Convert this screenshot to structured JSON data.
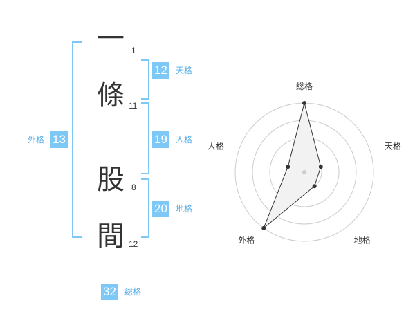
{
  "chars": [
    {
      "char": "一",
      "strokes": "1"
    },
    {
      "char": "條",
      "strokes": "11"
    },
    {
      "char": "股",
      "strokes": "8"
    },
    {
      "char": "間",
      "strokes": "12"
    }
  ],
  "kaku": {
    "tenkaku": {
      "label": "天格",
      "value": "12"
    },
    "jinkaku": {
      "label": "人格",
      "value": "19"
    },
    "chikaku": {
      "label": "地格",
      "value": "20"
    },
    "gaikaku": {
      "label": "外格",
      "value": "13"
    },
    "soukaku": {
      "label": "総格",
      "value": "32"
    }
  },
  "chart_data": {
    "type": "radar",
    "axes": [
      "総格",
      "天格",
      "地格",
      "外格",
      "人格"
    ],
    "rings": 4,
    "series": [
      {
        "values": [
          4,
          1,
          1,
          4,
          1
        ]
      }
    ],
    "colors": {
      "line": "#333333",
      "fill": "#f2f2f2",
      "grid": "#cccccc",
      "center": "#cccccc"
    }
  }
}
